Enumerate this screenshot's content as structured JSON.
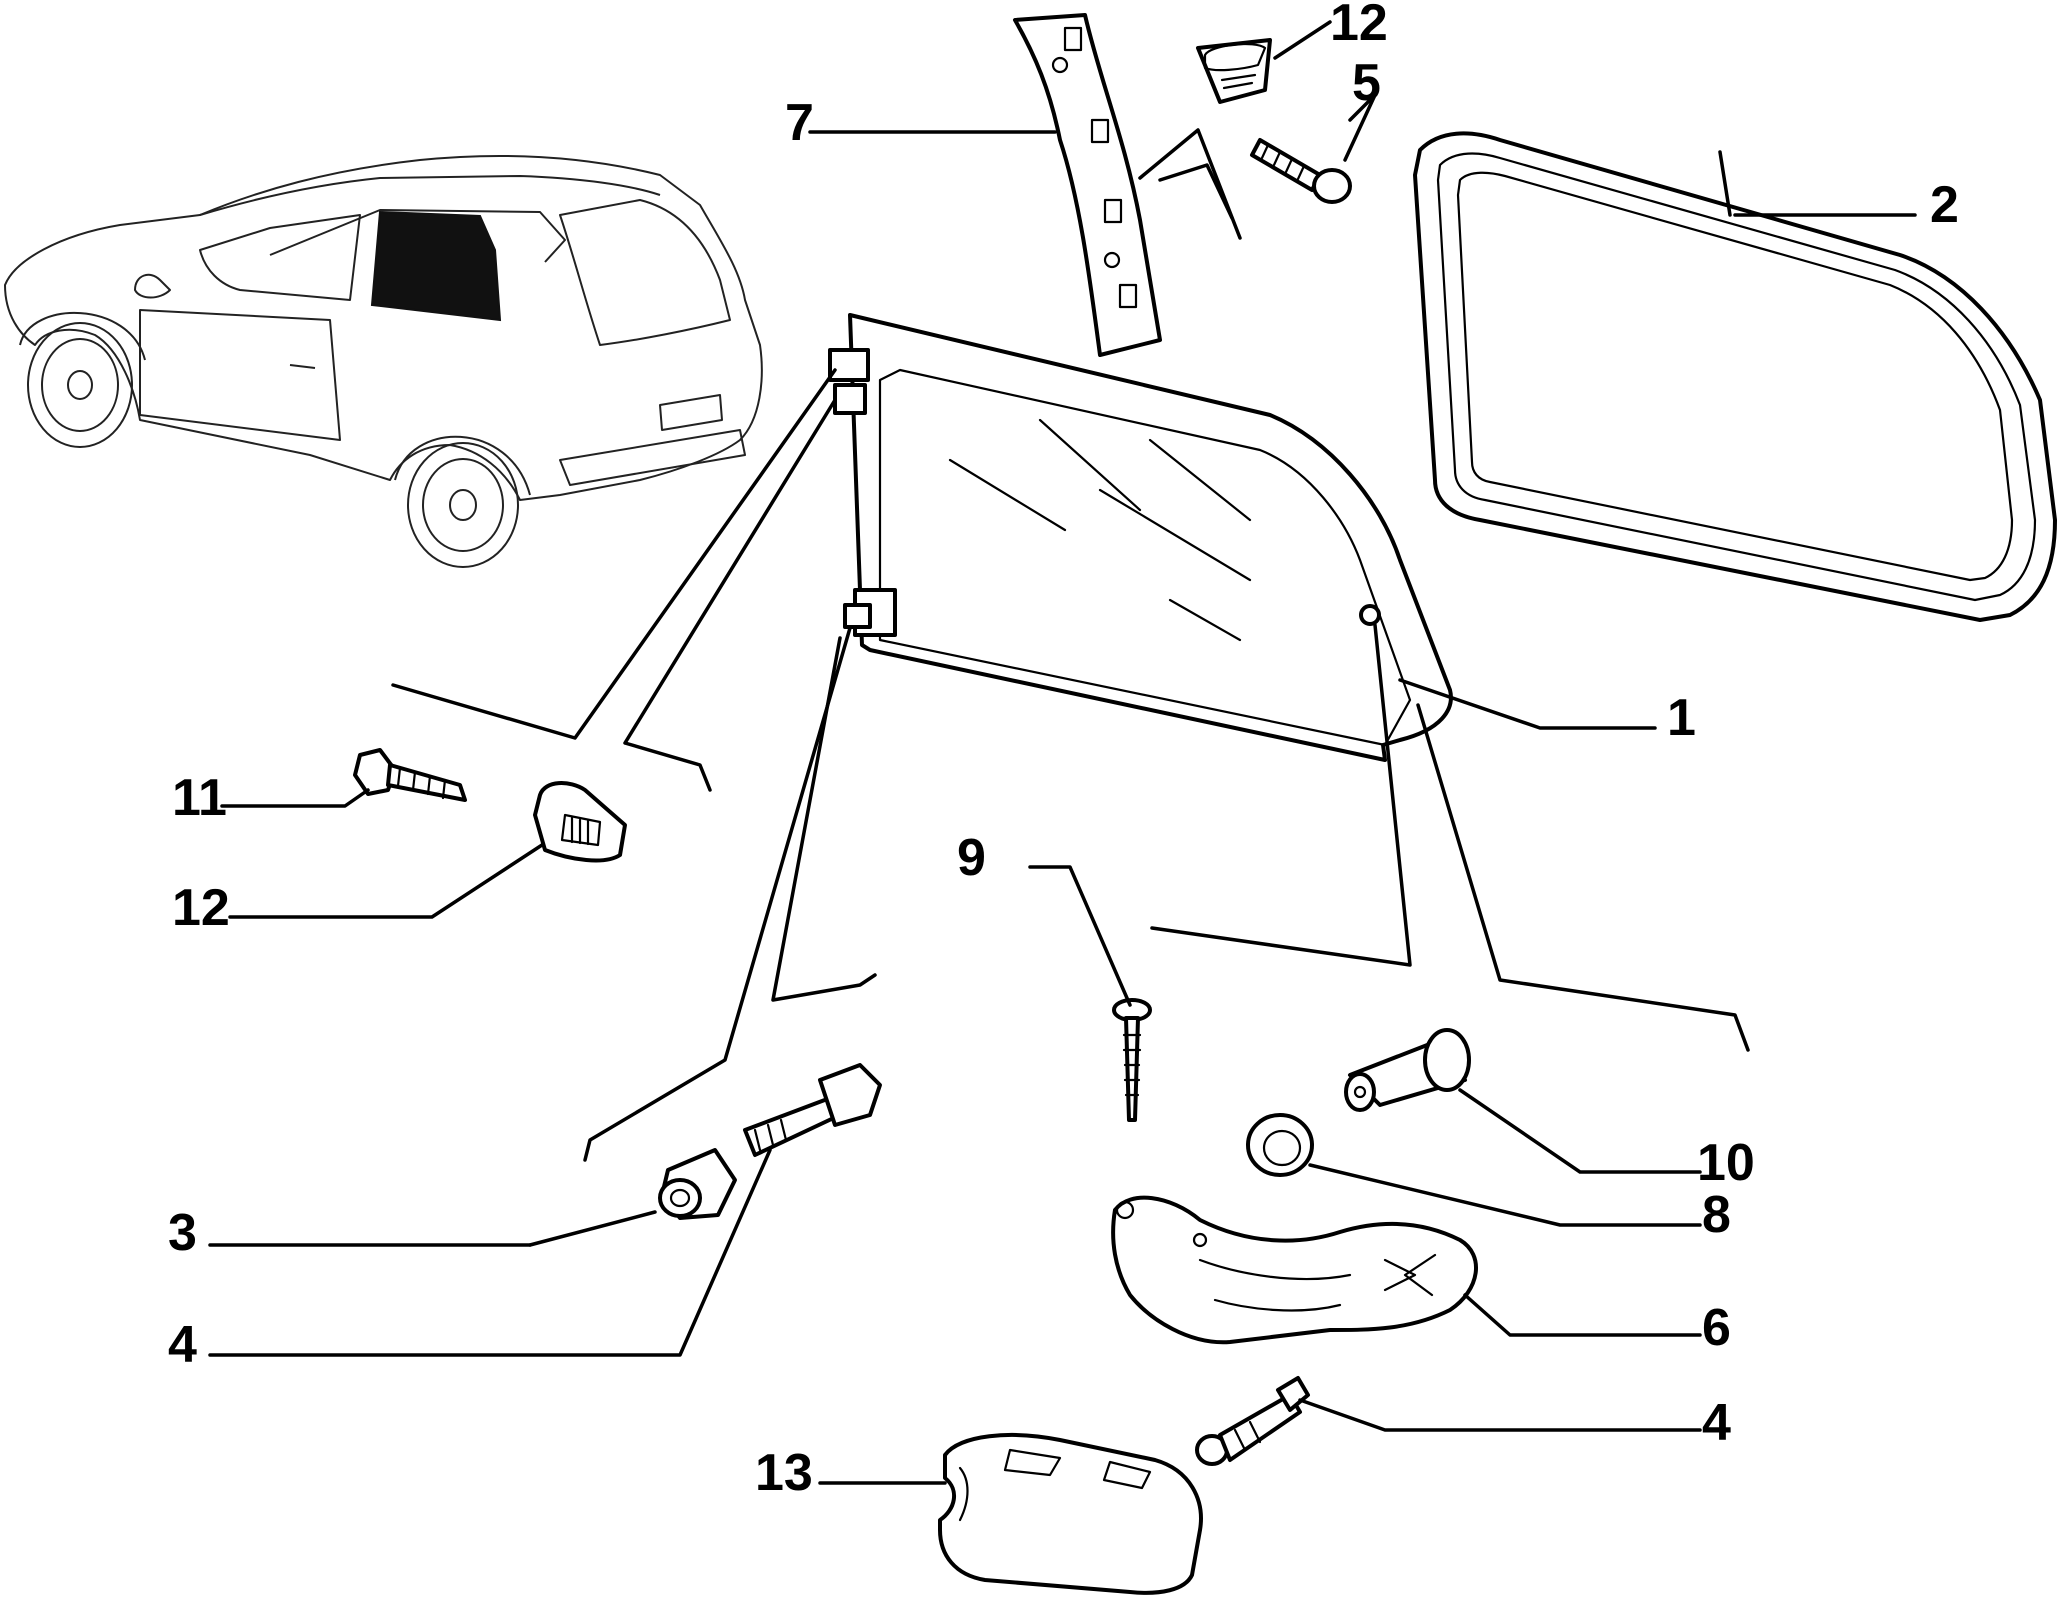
{
  "diagram": {
    "callouts": [
      {
        "id": "c1",
        "label": "1"
      },
      {
        "id": "c2",
        "label": "2"
      },
      {
        "id": "c3",
        "label": "3"
      },
      {
        "id": "c4a",
        "label": "4"
      },
      {
        "id": "c4b",
        "label": "4"
      },
      {
        "id": "c5",
        "label": "5"
      },
      {
        "id": "c6",
        "label": "6"
      },
      {
        "id": "c7",
        "label": "7"
      },
      {
        "id": "c8",
        "label": "8"
      },
      {
        "id": "c9",
        "label": "9"
      },
      {
        "id": "c10",
        "label": "10"
      },
      {
        "id": "c11",
        "label": "11"
      },
      {
        "id": "c12a",
        "label": "12"
      },
      {
        "id": "c12b",
        "label": "12"
      },
      {
        "id": "c13",
        "label": "13"
      }
    ]
  }
}
